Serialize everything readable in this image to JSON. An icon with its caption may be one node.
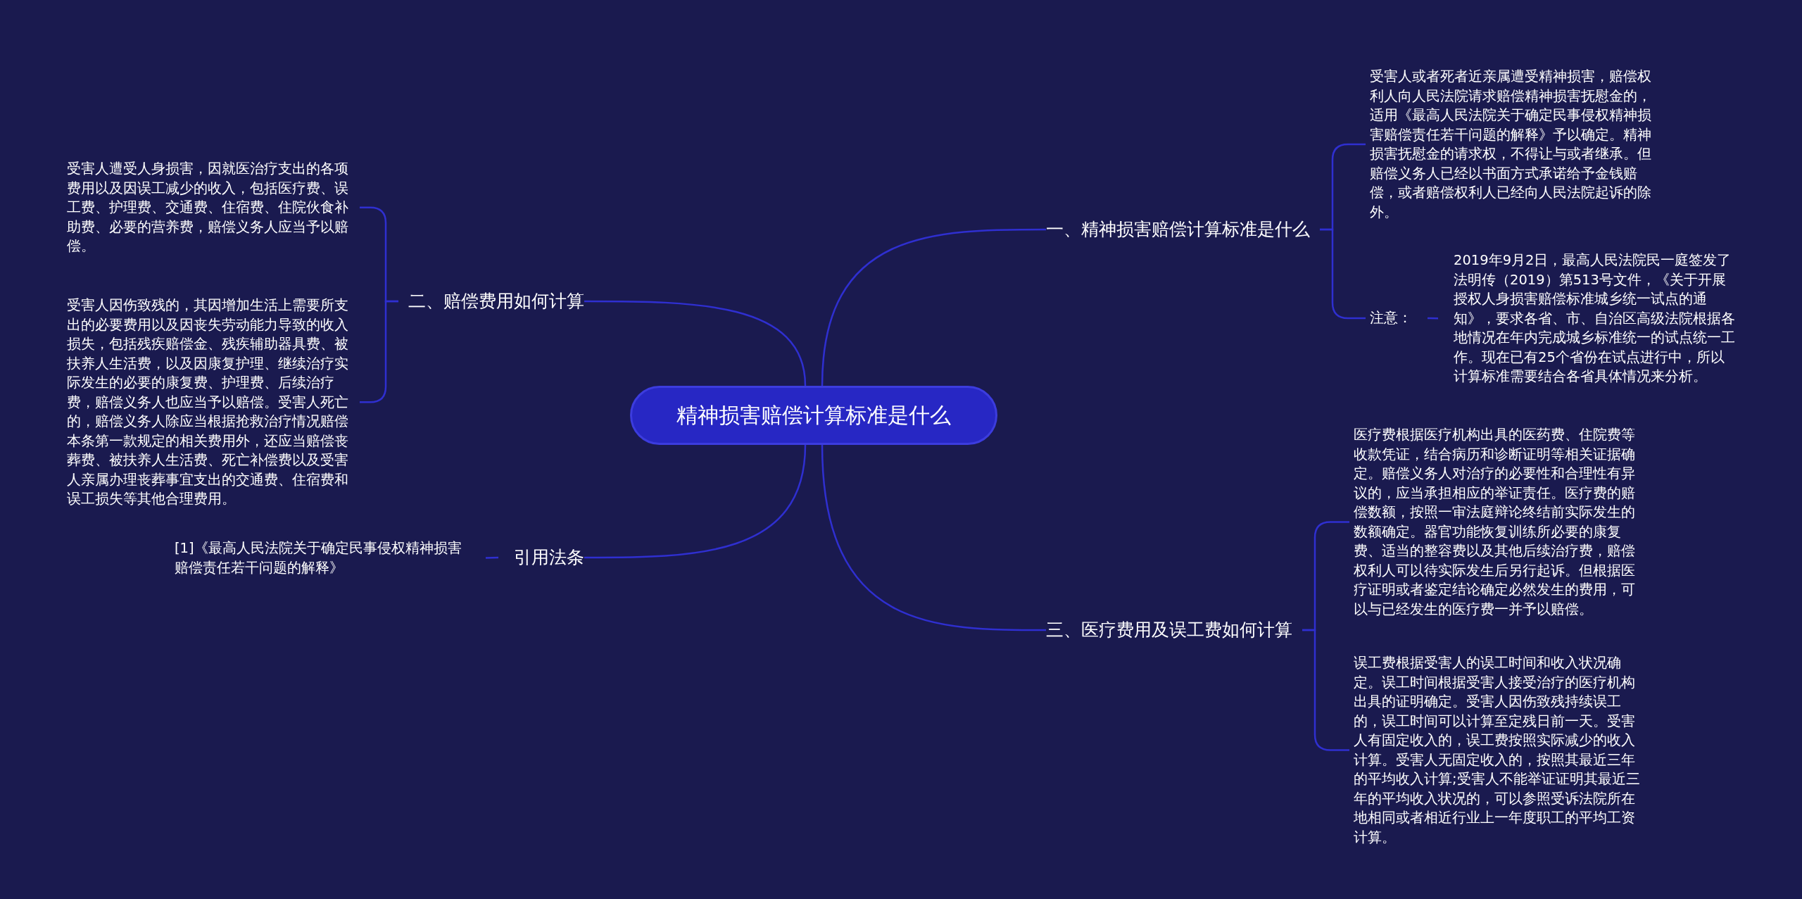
{
  "diagram": {
    "nodes": [
      {
        "text": [
          "精神损害赔偿计算标准是什么"
        ]
      },
      {
        "text": [
          "一、精神损害赔偿计算标准是什么"
        ]
      },
      {
        "text": [
          "受害人或者死者近亲属遭受精神损害，赔偿权利人向人民法院请求赔偿精神损害抚慰金的，适用《最高人民法院关于确定民事侵权精神损害赔偿责任若干问题的解释》予以确定。精神损害抚慰金的请求权，不得让与或者继承。但赔偿义务人已经以书面方式承诺给予金钱赔偿，或者赔偿权利人已经向人民法院起诉的除外。"
        ]
      },
      {
        "text": [
          "注意："
        ]
      },
      {
        "text": [
          "2019年9月2日，最高人民法院民一庭签发了法明传（2019）第513号文件，《关于开展授权人身损害赔偿标准城乡统一试点的通知》，要求各省、市、自治区高级法院根据各地情况在年内完成城乡标准统一的试点统一工作。现在已有25个省份在试点进行中，所以计算标准需要结合各省具体情况来分析。"
        ]
      },
      {
        "text": [
          "三、医疗费用及误工费如何计算"
        ]
      },
      {
        "text": [
          "医疗费根据医疗机构出具的医药费、住院费等收款凭证，结合病历和诊断证明等相关证据确定。赔偿义务人对治疗的必要性和合理性有异议的，应当承担相应的举证责任。医疗费的赔偿数额，按照一审法庭辩论终结前实际发生的数额确定。器官功能恢复训练所必要的康复费、适当的整容费以及其他后续治疗费，赔偿权利人可以待实际发生后另行起诉。但根据医疗证明或者鉴定结论确定必然发生的费用，可以与已经发生的医疗费一并予以赔偿。"
        ]
      },
      {
        "text": [
          "误工费根据受害人的误工时间和收入状况确定。误工时间根据受害人接受治疗的医疗机构出具的证明确定。受害人因伤致残持续误工的，误工时间可以计算至定残日前一天。受害人有固定收入的，误工费按照实际减少的收入计算。受害人无固定收入的，按照其最近三年的平均收入计算;受害人不能举证证明其最近三年的平均收入状况的，可以参照受诉法院所在地相同或者相近行业上一年度职工的平均工资计算。"
        ]
      },
      {
        "text": [
          "二、赔偿费用如何计算"
        ]
      },
      {
        "text": [
          "受害人遭受人身损害，因就医治疗支出的各项费用以及因误工减少的收入，包括医疗费、误工费、护理费、交通费、住宿费、住院伙食补助费、必要的营养费，赔偿义务人应当予以赔偿。"
        ]
      },
      {
        "text": [
          "受害人因伤致残的，其因增加生活上需要所支出的必要费用以及因丧失劳动能力导致的收入损失，包括残疾赔偿金、残疾辅助器具费、被扶养人生活费，以及因康复护理、继续治疗实际发生的必要的康复费、护理费、后续治疗费，赔偿义务人也应当予以赔偿。受害人死亡的，赔偿义务人除应当根据抢救治疗情况赔偿本条第一款规定的相关费用外，还应当赔偿丧葬费、被扶养人生活费、死亡补偿费以及受害人亲属办理丧葬事宜支出的交通费、住宿费和误工损失等其他合理费用。"
        ]
      },
      {
        "text": [
          "引用法条"
        ]
      },
      {
        "text": [
          "[1]《最高人民法院关于确定民事侵权精神损害赔偿责任若干问题的解释》"
        ]
      }
    ],
    "edges": [
      {
        "from": 0,
        "to": 1,
        "arrow": "none"
      },
      {
        "from": 1,
        "to": 2,
        "arrow": "none"
      },
      {
        "from": 1,
        "to": 3,
        "arrow": "none"
      },
      {
        "from": 3,
        "to": 4,
        "arrow": "none"
      },
      {
        "from": 0,
        "to": 5,
        "arrow": "none"
      },
      {
        "from": 5,
        "to": 6,
        "arrow": "none"
      },
      {
        "from": 5,
        "to": 7,
        "arrow": "none"
      },
      {
        "from": 0,
        "to": 8,
        "arrow": "none"
      },
      {
        "from": 8,
        "to": 9,
        "arrow": "none"
      },
      {
        "from": 8,
        "to": 10,
        "arrow": "none"
      },
      {
        "from": 0,
        "to": 11,
        "arrow": "none"
      },
      {
        "from": 11,
        "to": 12,
        "arrow": "none"
      }
    ]
  }
}
